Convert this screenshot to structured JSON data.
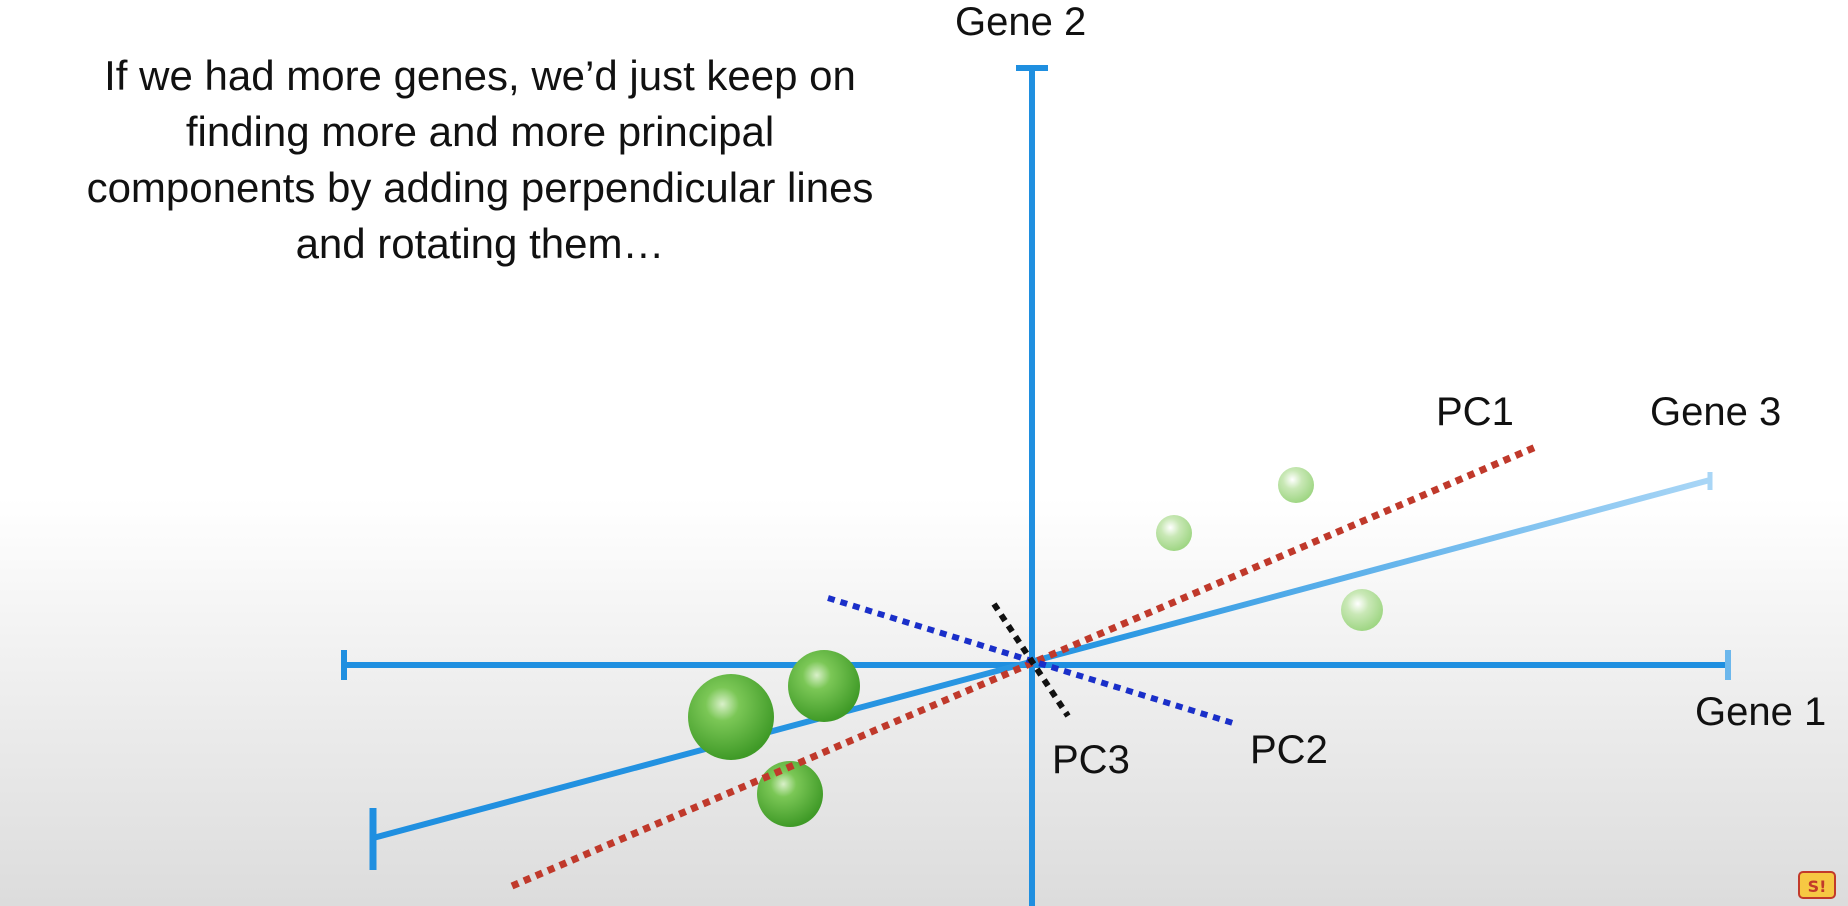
{
  "caption": {
    "lines": [
      "If we had more genes, we’d just keep on",
      "finding more and more principal",
      "components by adding perpendicular lines",
      "and rotating them…"
    ]
  },
  "axes": {
    "gene1": "Gene 1",
    "gene2": "Gene 2",
    "gene3": "Gene 3"
  },
  "principal_components": {
    "pc1": "PC1",
    "pc2": "PC2",
    "pc3": "PC3"
  },
  "colors": {
    "axis_blue": "#1f8fe0",
    "pc1_red": "#c0392b",
    "pc2_blue": "#1a2fc9",
    "pc3_black": "#111111",
    "point_green": "#5fb83a"
  },
  "icons": {
    "watermark": "statquest-logo-icon"
  }
}
